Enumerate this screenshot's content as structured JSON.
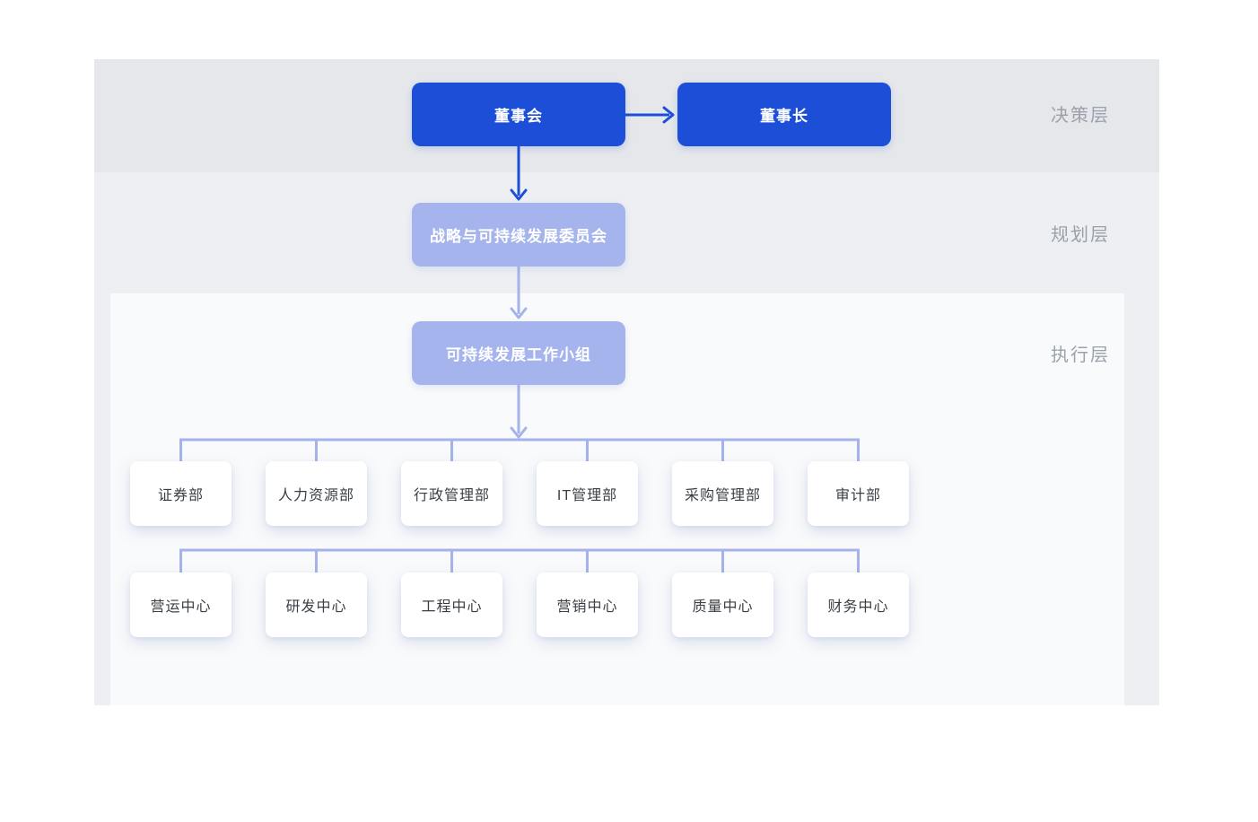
{
  "colors": {
    "primary": "#1d4ed8",
    "secondary": "#a5b4ec",
    "connector": "#a6b3ea",
    "card-text": "#3a3f45",
    "label-text": "#9ba1ab"
  },
  "layers": {
    "decision": "决策层",
    "planning": "规划层",
    "execution": "执行层"
  },
  "nodes": {
    "board": "董事会",
    "chairman": "董事长",
    "committee": "战略与可持续发展委员会",
    "workgroup": "可持续发展工作小组"
  },
  "departments": [
    "证券部",
    "人力资源部",
    "行政管理部",
    "IT管理部",
    "采购管理部",
    "审计部"
  ],
  "centers": [
    "营运中心",
    "研发中心",
    "工程中心",
    "营销中心",
    "质量中心",
    "财务中心"
  ]
}
